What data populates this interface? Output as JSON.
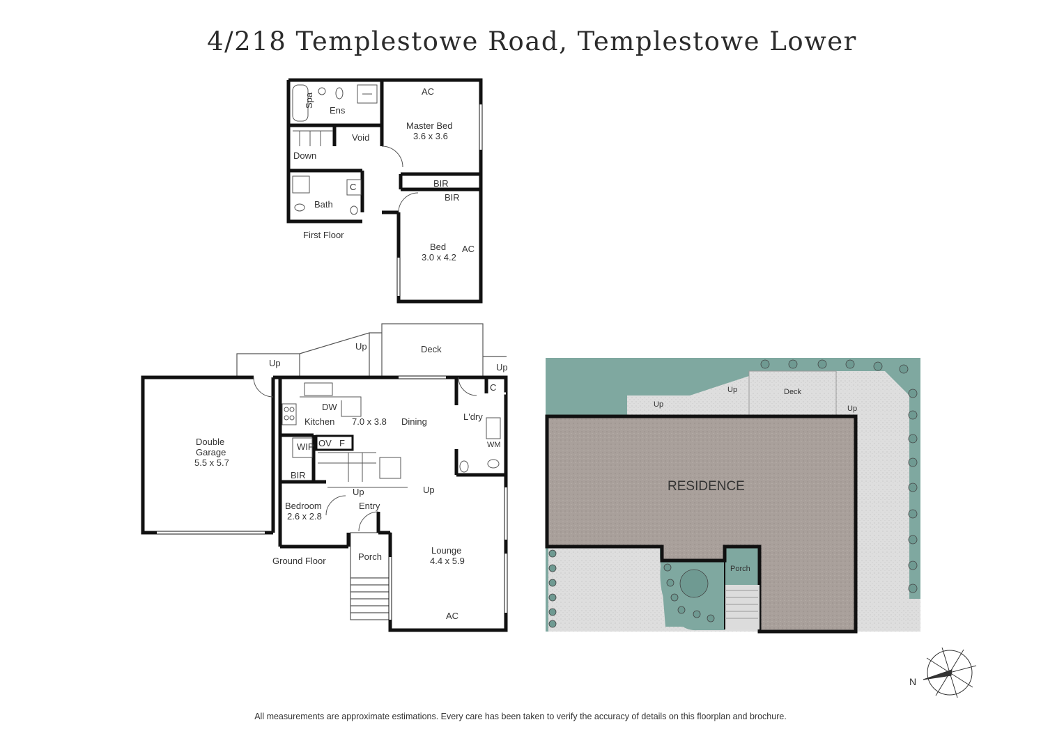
{
  "title": "4/218 Templestowe Road, Templestowe Lower",
  "disclaimer": "All measurements are approximate estimations. Every care has been taken to verify the accuracy of details on this floorplan and brochure.",
  "first_floor": {
    "label": "First Floor",
    "spa": "Spa",
    "ens": "Ens",
    "void": "Void",
    "down": "Down",
    "bath": "Bath",
    "c": "C",
    "ac1": "AC",
    "master_bed": "Master Bed",
    "master_bed_size": "3.6 x 3.6",
    "bir1": "BIR",
    "bir2": "BIR",
    "bed": "Bed",
    "bed_size": "3.0 x 4.2",
    "ac2": "AC"
  },
  "ground_floor": {
    "label": "Ground Floor",
    "deck": "Deck",
    "up1": "Up",
    "up2": "Up",
    "up3": "Up",
    "up4": "Up",
    "up5": "Up",
    "c": "C",
    "double_garage": "Double",
    "double_garage_2": "Garage",
    "garage_size": "5.5 x 5.7",
    "dw": "DW",
    "kitchen": "Kitchen",
    "kitchen_size": "7.0 x 3.8",
    "dining": "Dining",
    "ldry": "L'dry",
    "wm": "WM",
    "wip": "WIP",
    "ov": "OV",
    "f": "F",
    "bir": "BIR",
    "bedroom": "Bedroom",
    "bedroom_size": "2.6 x 2.8",
    "entry": "Entry",
    "porch": "Porch",
    "lounge": "Lounge",
    "lounge_size": "4.4 x 5.9",
    "ac": "AC"
  },
  "site_plan": {
    "residence": "RESIDENCE",
    "deck": "Deck",
    "porch": "Porch",
    "up1": "Up",
    "up2": "Up",
    "up3": "Up"
  },
  "compass": {
    "north": "N"
  },
  "colors": {
    "wall": "#111111",
    "garden": "#7fa8a0",
    "paving": "#dcdcdc",
    "residence": "#a79e99"
  }
}
